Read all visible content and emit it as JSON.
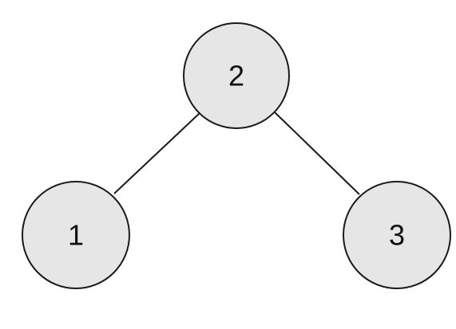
{
  "colors": {
    "node_fill": "#e6e6e6",
    "stroke": "#1a1a1a",
    "text": "#111111",
    "background": "#ffffff"
  },
  "tree": {
    "nodes": [
      {
        "id": "root",
        "label": "2"
      },
      {
        "id": "left",
        "label": "1"
      },
      {
        "id": "right",
        "label": "3"
      }
    ],
    "edges": [
      {
        "from": "root",
        "to": "left"
      },
      {
        "from": "root",
        "to": "right"
      }
    ]
  }
}
